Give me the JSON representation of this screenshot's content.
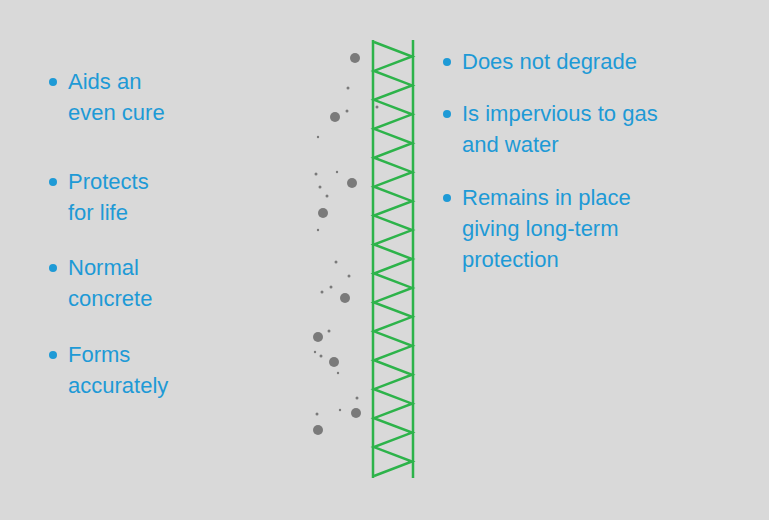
{
  "diagram": {
    "labels": [
      "Aids an even cure",
      "Protects for life",
      "Normal concrete",
      "Forms accurately",
      "Does not degrade",
      "Is impervious to gas and water",
      "Remains in place giving long-term protection"
    ]
  }
}
